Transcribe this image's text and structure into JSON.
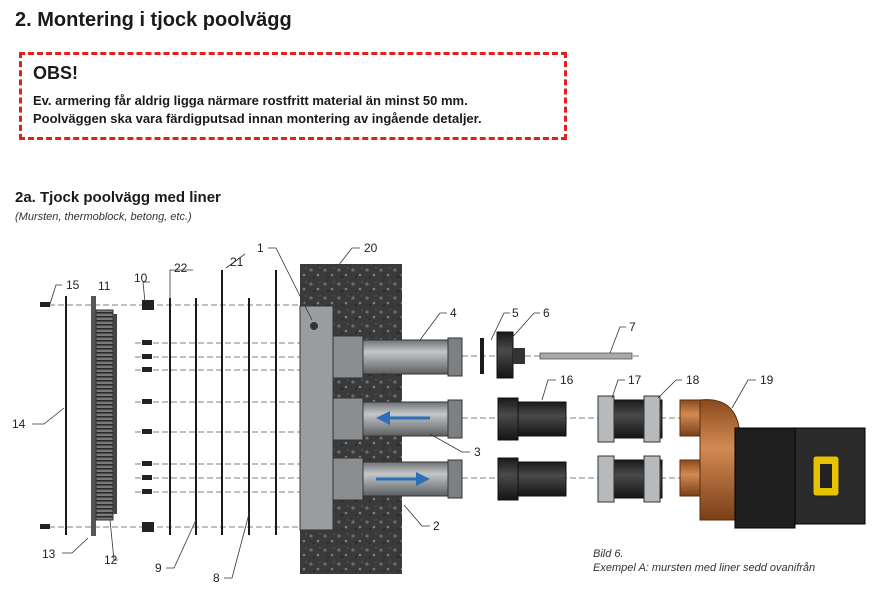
{
  "heading": "2. Montering i tjock poolvägg",
  "obs": {
    "title": "OBS!",
    "line1": "Ev. armering får aldrig ligga närmare rostfritt material än minst 50 mm.",
    "line2": "Poolväggen ska vara färdigputsad innan montering av ingående detaljer."
  },
  "section": {
    "title": "2a. Tjock poolvägg med liner",
    "subtitle": "(Mursten, thermoblock, betong, etc.)"
  },
  "figure": {
    "caption_line1": "Bild 6.",
    "caption_line2": "Exempel A: mursten med liner sedd ovanifrån",
    "labels": {
      "n1": "1",
      "n2": "2",
      "n3": "3",
      "n4": "4",
      "n5": "5",
      "n6": "6",
      "n7": "7",
      "n8": "8",
      "n9": "9",
      "n10": "10",
      "n11": "11",
      "n12": "12",
      "n13": "13",
      "n14": "14",
      "n15": "15",
      "n16": "16",
      "n17": "17",
      "n18": "18",
      "n19": "19",
      "n20": "20",
      "n21": "21",
      "n22": "22"
    }
  },
  "colors": {
    "obs_border": "#e3201b",
    "pipe": "#8a8d90",
    "arrow": "#2a6fb8",
    "pump": "#b9703a",
    "wall": "#2c2c2c"
  }
}
